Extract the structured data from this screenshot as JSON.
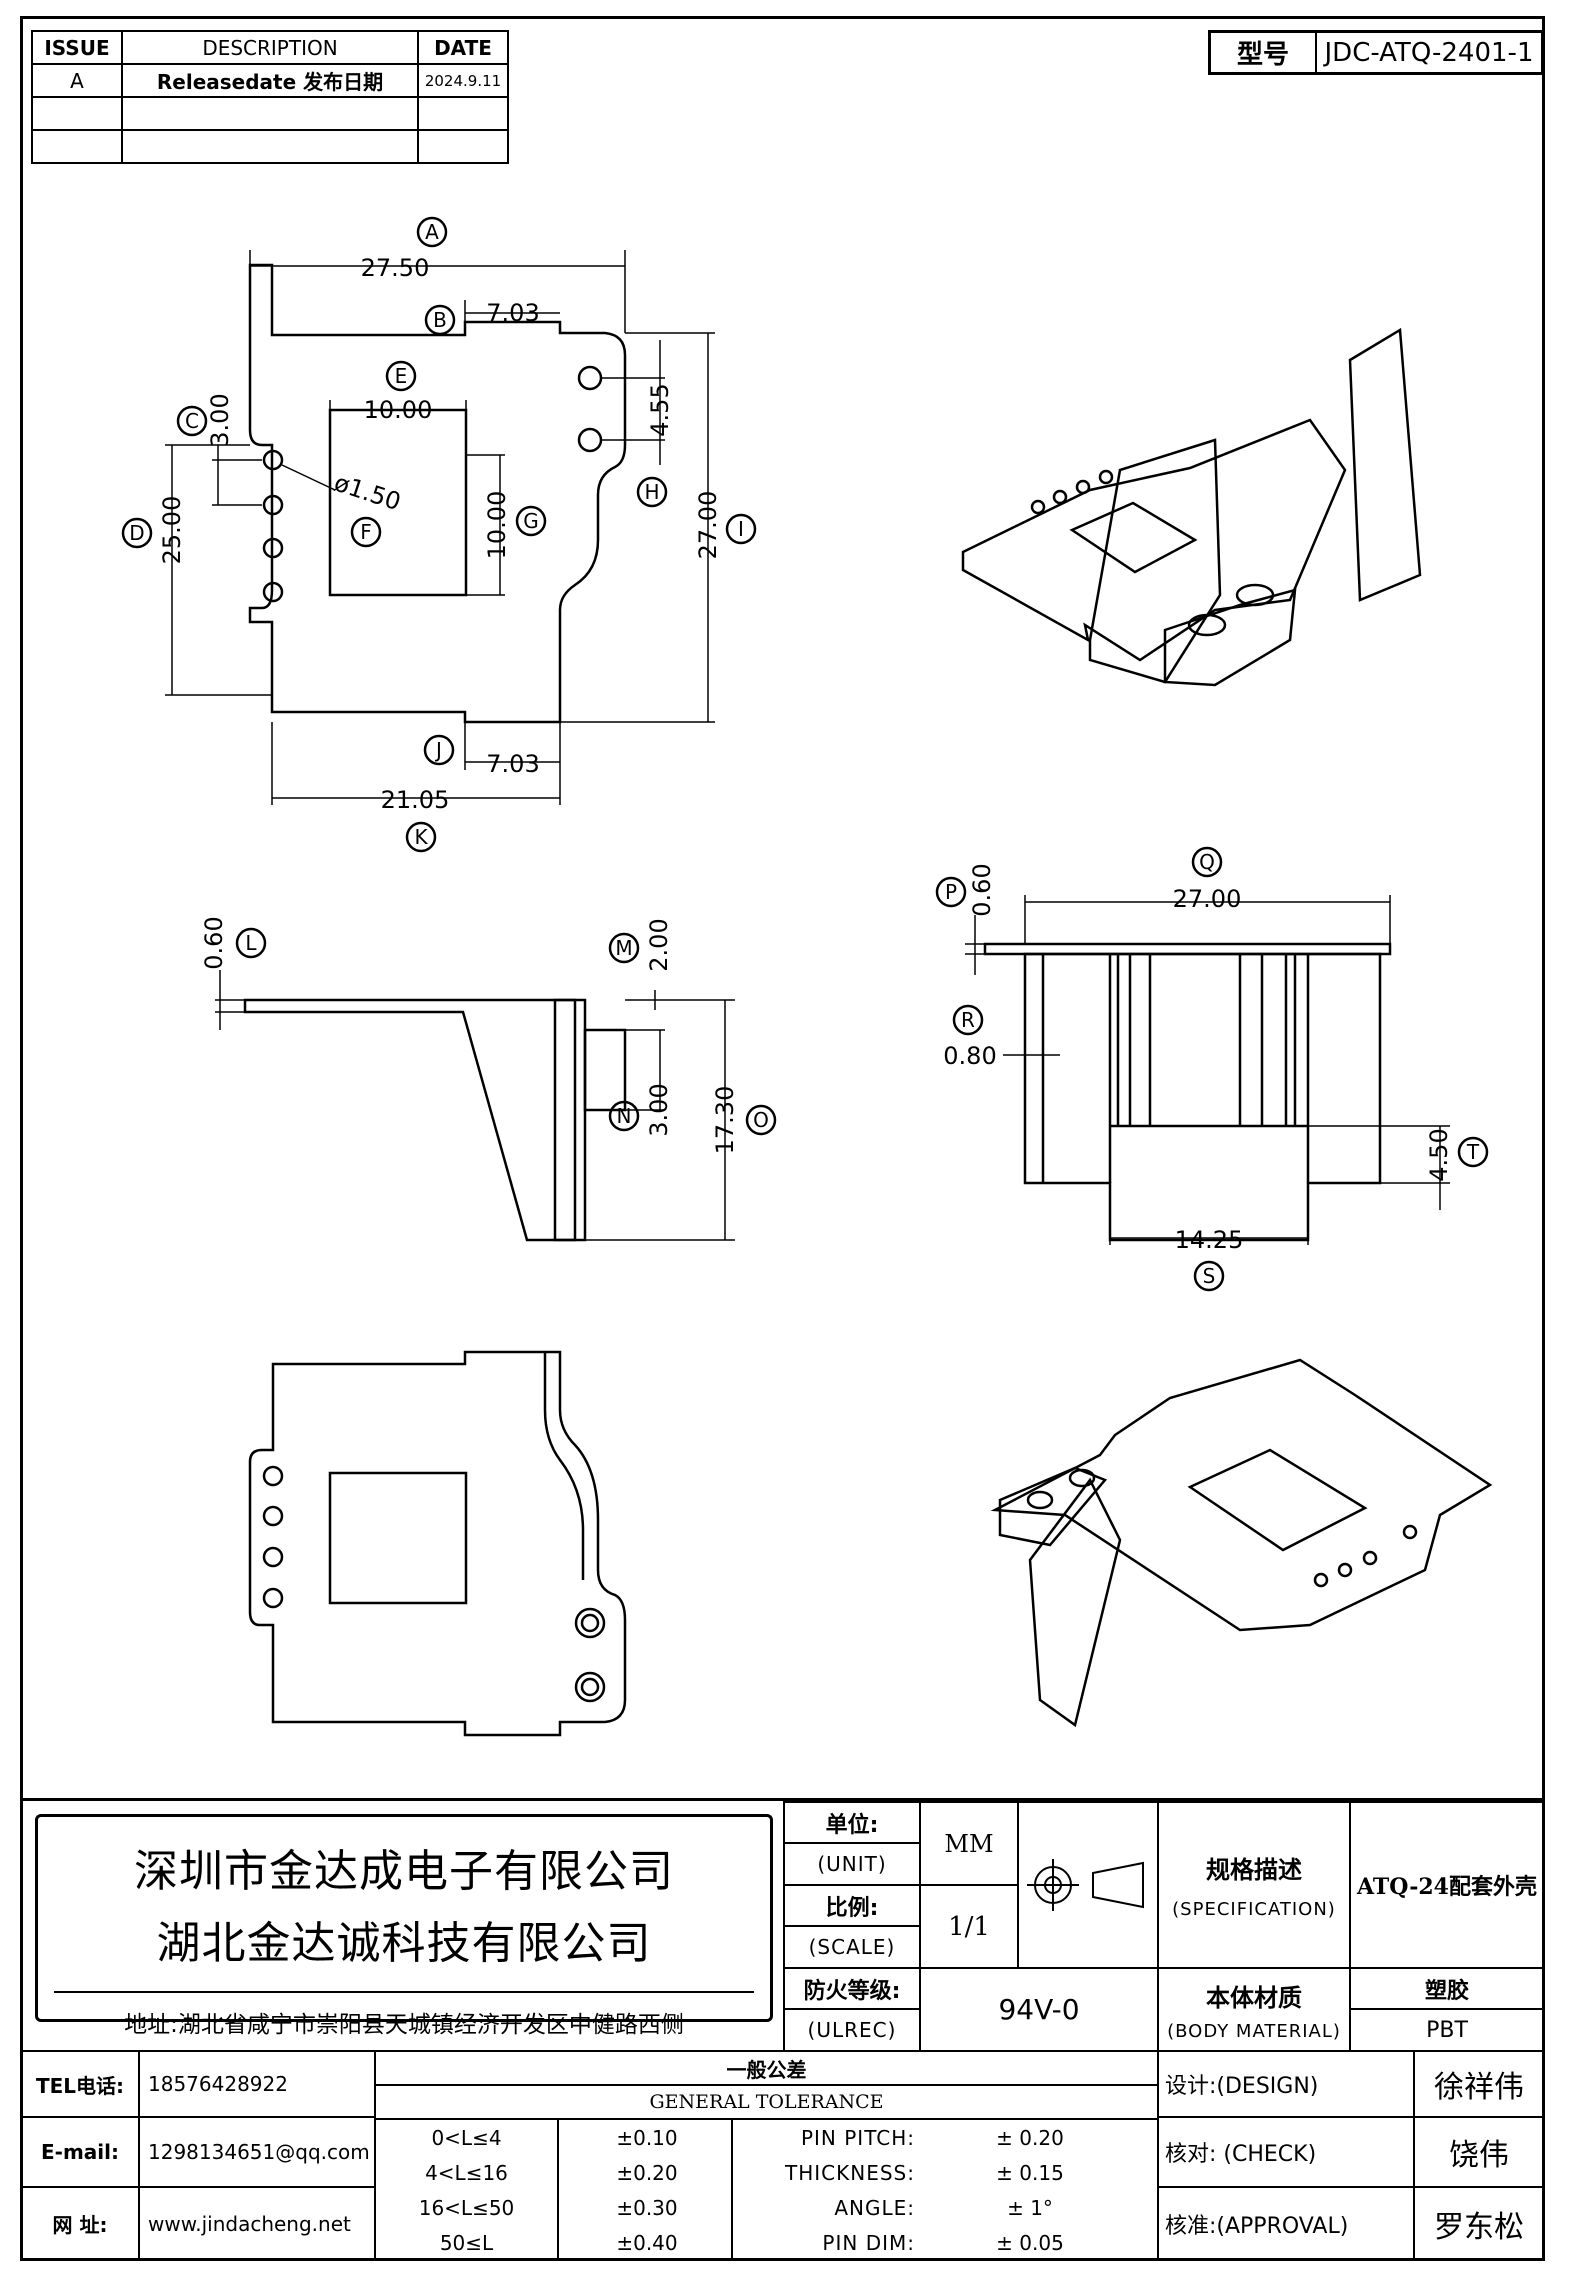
{
  "revision": {
    "headers": [
      "ISSUE",
      "DESCRIPTION",
      "DATE"
    ],
    "rows": [
      [
        "A",
        "Releasedate 发布日期",
        "2024.9.11"
      ],
      [
        "",
        "",
        ""
      ],
      [
        "",
        "",
        ""
      ]
    ]
  },
  "model": {
    "label": "型号",
    "value": "JDC-ATQ-2401-1"
  },
  "dims": {
    "a": {
      "letter": "A",
      "value": "27.50"
    },
    "b": {
      "letter": "B",
      "value": "7.03"
    },
    "c": {
      "letter": "C",
      "value": "3.00"
    },
    "d": {
      "letter": "D",
      "value": "25.00"
    },
    "e": {
      "letter": "E",
      "value": "10.00"
    },
    "f": {
      "letter": "F",
      "value": "ø1.50"
    },
    "g": {
      "letter": "G",
      "value": "10.00"
    },
    "h": {
      "letter": "H",
      "value": "4.55"
    },
    "i": {
      "letter": "I",
      "value": "27.00"
    },
    "j": {
      "letter": "J",
      "value": "7.03"
    },
    "k": {
      "letter": "K",
      "value": "21.05"
    },
    "l": {
      "letter": "L",
      "value": "0.60"
    },
    "m": {
      "letter": "M",
      "value": "2.00"
    },
    "n": {
      "letter": "N",
      "value": "3.00"
    },
    "o": {
      "letter": "O",
      "value": "17.30"
    },
    "p": {
      "letter": "P",
      "value": "0.60"
    },
    "q": {
      "letter": "Q",
      "value": "27.00"
    },
    "r": {
      "letter": "R",
      "value": "0.80"
    },
    "s": {
      "letter": "S",
      "value": "14.25"
    },
    "t": {
      "letter": "T",
      "value": "4.50"
    }
  },
  "company": {
    "name1": "深圳市金达成电子有限公司",
    "name2": "湖北金达诚科技有限公司",
    "address": "地址:湖北省咸宁市崇阳县天城镇经济开发区中健路西侧"
  },
  "unit": {
    "cn": "单位:",
    "en": "(UNIT)",
    "value": "MM"
  },
  "scale": {
    "cn": "比例:",
    "en": "(SCALE)",
    "value": "1/1"
  },
  "ulrec": {
    "cn": "防火等级:",
    "en": "(ULREC)",
    "value": "94V-0"
  },
  "spec": {
    "cn": "规格描述",
    "en": "(SPECIFICATION)",
    "value": "ATQ-24配套外壳"
  },
  "material": {
    "cn": "本体材质",
    "en": "(BODY MATERIAL)",
    "value_cn": "塑胶",
    "value_en": "PBT"
  },
  "contact": {
    "tel_label": "TEL电话:",
    "tel": "18576428922",
    "email_label": "E-mail:",
    "email": "1298134651@qq.com",
    "web_label": "网  址:",
    "web": "www.jindacheng.net"
  },
  "tolerance": {
    "title_cn": "一般公差",
    "title_en": "GENERAL TOLERANCE",
    "rows": [
      {
        "range": "0<L≤4",
        "tol": "±0.10",
        "item": "PIN PITCH:",
        "val": "±  0.20"
      },
      {
        "range": "4<L≤16",
        "tol": "±0.20",
        "item": "THICKNESS:",
        "val": "±  0.15"
      },
      {
        "range": "16<L≤50",
        "tol": "±0.30",
        "item": "ANGLE:",
        "val": "±  1°"
      },
      {
        "range": "50≤L",
        "tol": "±0.40",
        "item": "PIN DIM:",
        "val": "±  0.05"
      }
    ]
  },
  "signoff": {
    "design_label": "设计:(DESIGN)",
    "design": "徐祥伟",
    "check_label": "核对: (CHECK)",
    "check": "饶伟",
    "approval_label": "核准:(APPROVAL)",
    "approval": "罗东松"
  }
}
